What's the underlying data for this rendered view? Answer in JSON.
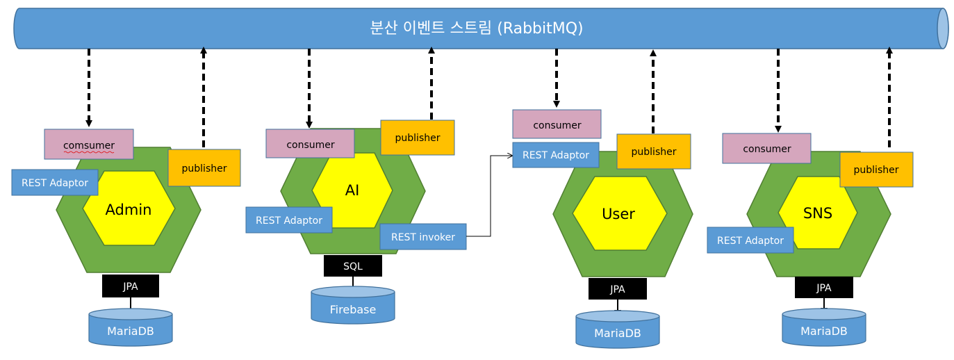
{
  "title": "분산 이벤트 스트림 (RabbitMQ)",
  "colors": {
    "pipe": "#5b9bd5",
    "pipe_border": "#41719c",
    "hex_outer": "#70ad47",
    "hex_inner": "#ffff00",
    "consumer": "#d5a6bd",
    "publisher": "#ffc000",
    "adaptor": "#5b9bd5",
    "black_box": "#000000"
  },
  "services": {
    "admin": {
      "name": "Admin",
      "consumer": "comsumer",
      "publisher": "publisher",
      "adaptor": "REST Adaptor",
      "persistence": "JPA",
      "database": "MariaDB"
    },
    "ai": {
      "name": "AI",
      "consumer": "consumer",
      "publisher": "publisher",
      "adaptor": "REST Adaptor",
      "invoker": "REST invoker",
      "persistence": "SQL",
      "database": "Firebase"
    },
    "user": {
      "name": "User",
      "consumer": "consumer",
      "publisher": "publisher",
      "adaptor": "REST Adaptor",
      "persistence": "JPA",
      "database": "MariaDB"
    },
    "sns": {
      "name": "SNS",
      "consumer": "consumer",
      "publisher": "publisher",
      "adaptor": "REST Adaptor",
      "persistence": "JPA",
      "database": "MariaDB"
    }
  }
}
